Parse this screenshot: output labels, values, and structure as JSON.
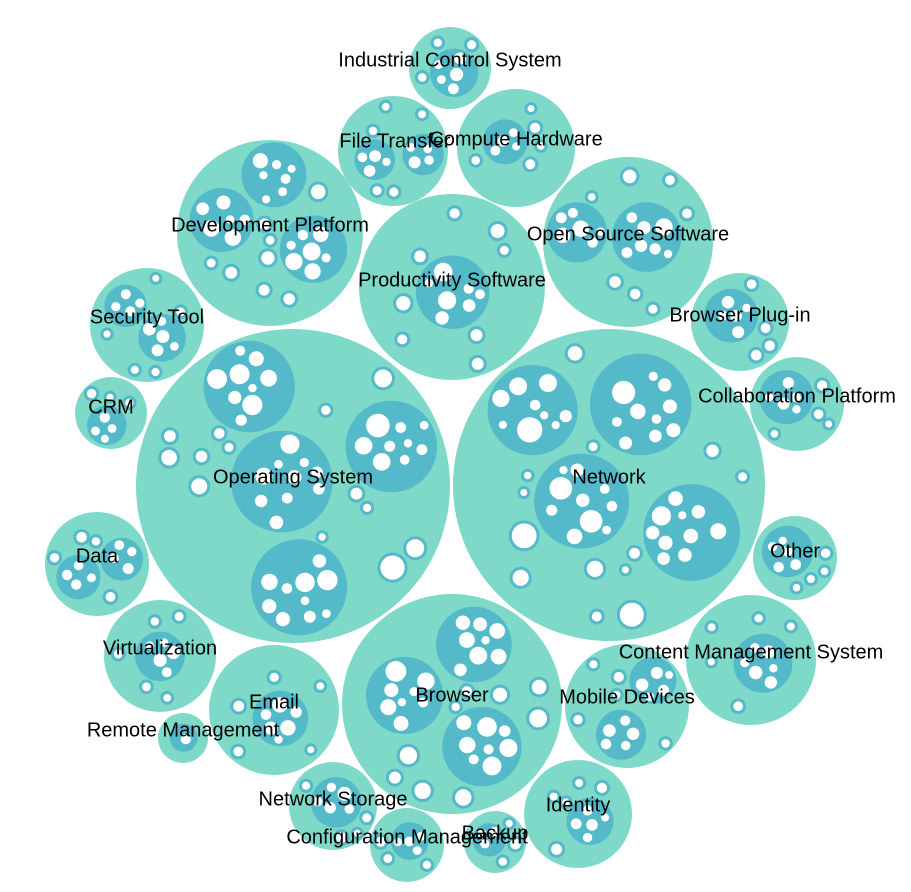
{
  "colors": {
    "background": "#ffffff",
    "outer_circle": "#7fd9c9",
    "inner_circle": "#54b9c8",
    "leaf_circle": "#ffffff",
    "label": "#000000"
  },
  "chart_data": {
    "type": "circle-packing",
    "groups": [
      {
        "name": "Operating System",
        "size": 100
      },
      {
        "name": "Network",
        "size": 100
      },
      {
        "name": "Browser",
        "size": 48
      },
      {
        "name": "Productivity Software",
        "size": 36
      },
      {
        "name": "Development Platform",
        "size": 36
      },
      {
        "name": "Open Source Software",
        "size": 26
      },
      {
        "name": "Content Management System",
        "size": 17
      },
      {
        "name": "Email",
        "size": 17
      },
      {
        "name": "Mobile Devices",
        "size": 16
      },
      {
        "name": "Compute Hardware",
        "size": 14
      },
      {
        "name": "Identity",
        "size": 12
      },
      {
        "name": "Security Tool",
        "size": 12
      },
      {
        "name": "Virtualization",
        "size": 12
      },
      {
        "name": "File Transfer",
        "size": 11
      },
      {
        "name": "Data",
        "size": 11
      },
      {
        "name": "Browser Plug-in",
        "size": 10
      },
      {
        "name": "Collaboration Platform",
        "size": 9
      },
      {
        "name": "Network Storage",
        "size": 8
      },
      {
        "name": "Other",
        "size": 7
      },
      {
        "name": "Industrial Control System",
        "size": 7
      },
      {
        "name": "CRM",
        "size": 5
      },
      {
        "name": "Configuration Management",
        "size": 5
      },
      {
        "name": "Backup",
        "size": 4
      },
      {
        "name": "Remote Management",
        "size": 3
      }
    ]
  }
}
